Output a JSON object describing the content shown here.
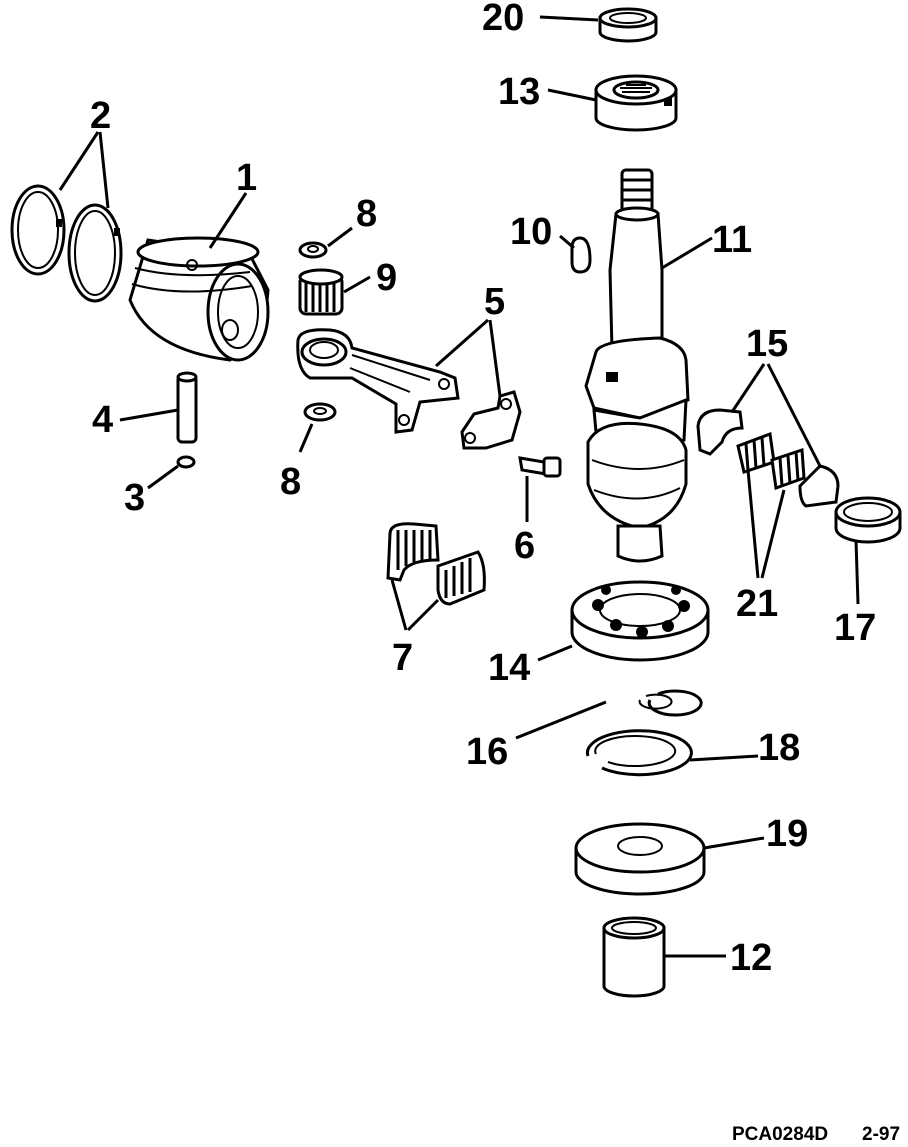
{
  "diagram": {
    "callouts": [
      {
        "id": "c1",
        "label": "1"
      },
      {
        "id": "c2",
        "label": "2"
      },
      {
        "id": "c3",
        "label": "3"
      },
      {
        "id": "c4",
        "label": "4"
      },
      {
        "id": "c5",
        "label": "5"
      },
      {
        "id": "c6",
        "label": "6"
      },
      {
        "id": "c7",
        "label": "7"
      },
      {
        "id": "c8a",
        "label": "8"
      },
      {
        "id": "c8b",
        "label": "8"
      },
      {
        "id": "c9",
        "label": "9"
      },
      {
        "id": "c10",
        "label": "10"
      },
      {
        "id": "c11",
        "label": "11"
      },
      {
        "id": "c12",
        "label": "12"
      },
      {
        "id": "c13",
        "label": "13"
      },
      {
        "id": "c14",
        "label": "14"
      },
      {
        "id": "c15",
        "label": "15"
      },
      {
        "id": "c16",
        "label": "16"
      },
      {
        "id": "c17",
        "label": "17"
      },
      {
        "id": "c18",
        "label": "18"
      },
      {
        "id": "c19",
        "label": "19"
      },
      {
        "id": "c20",
        "label": "20"
      },
      {
        "id": "c21",
        "label": "21"
      }
    ],
    "footer": {
      "figure_code": "PCA0284D",
      "page": "2-97"
    }
  }
}
